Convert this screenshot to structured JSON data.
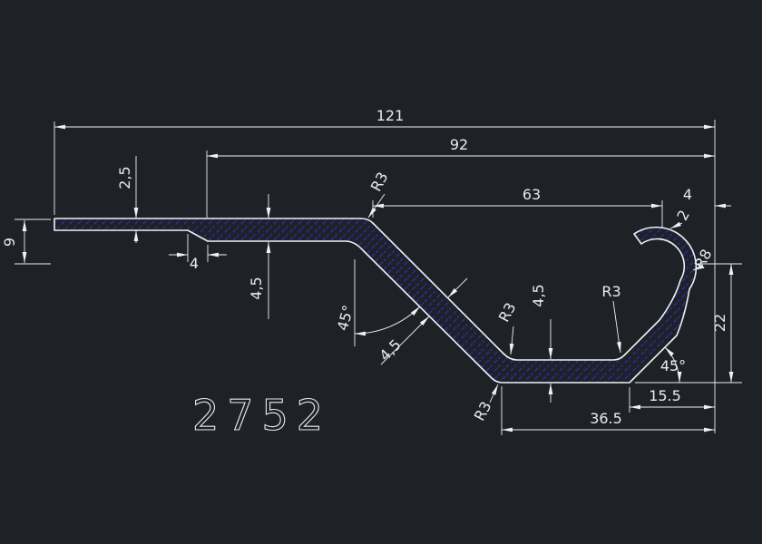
{
  "colors": {
    "bg": "#1e2126",
    "line": "#eef1f4",
    "hatch": "#2d2db4",
    "text": "#e8ebee"
  },
  "drawing": {
    "part_number": "2752",
    "dims": {
      "overall_width": "121",
      "upper_width": "92",
      "left_thickness": "2,5",
      "mid_width": "63",
      "hook_offset": "4",
      "left_height": "9",
      "step_length": "4",
      "strip_thickness": "4,5",
      "fillet_top": "R3",
      "angle_left": "45°",
      "diag_thickness": "4,5",
      "fillet_mid": "R3",
      "bottom_thickness": "4,5",
      "fillet_right": "R3",
      "hook_thickness": "2",
      "hook_radius": "R8",
      "right_height": "22",
      "angle_right": "45°",
      "bottom_right_width": "15.5",
      "bottom_width": "36.5",
      "fillet_bottom": "R3"
    }
  }
}
